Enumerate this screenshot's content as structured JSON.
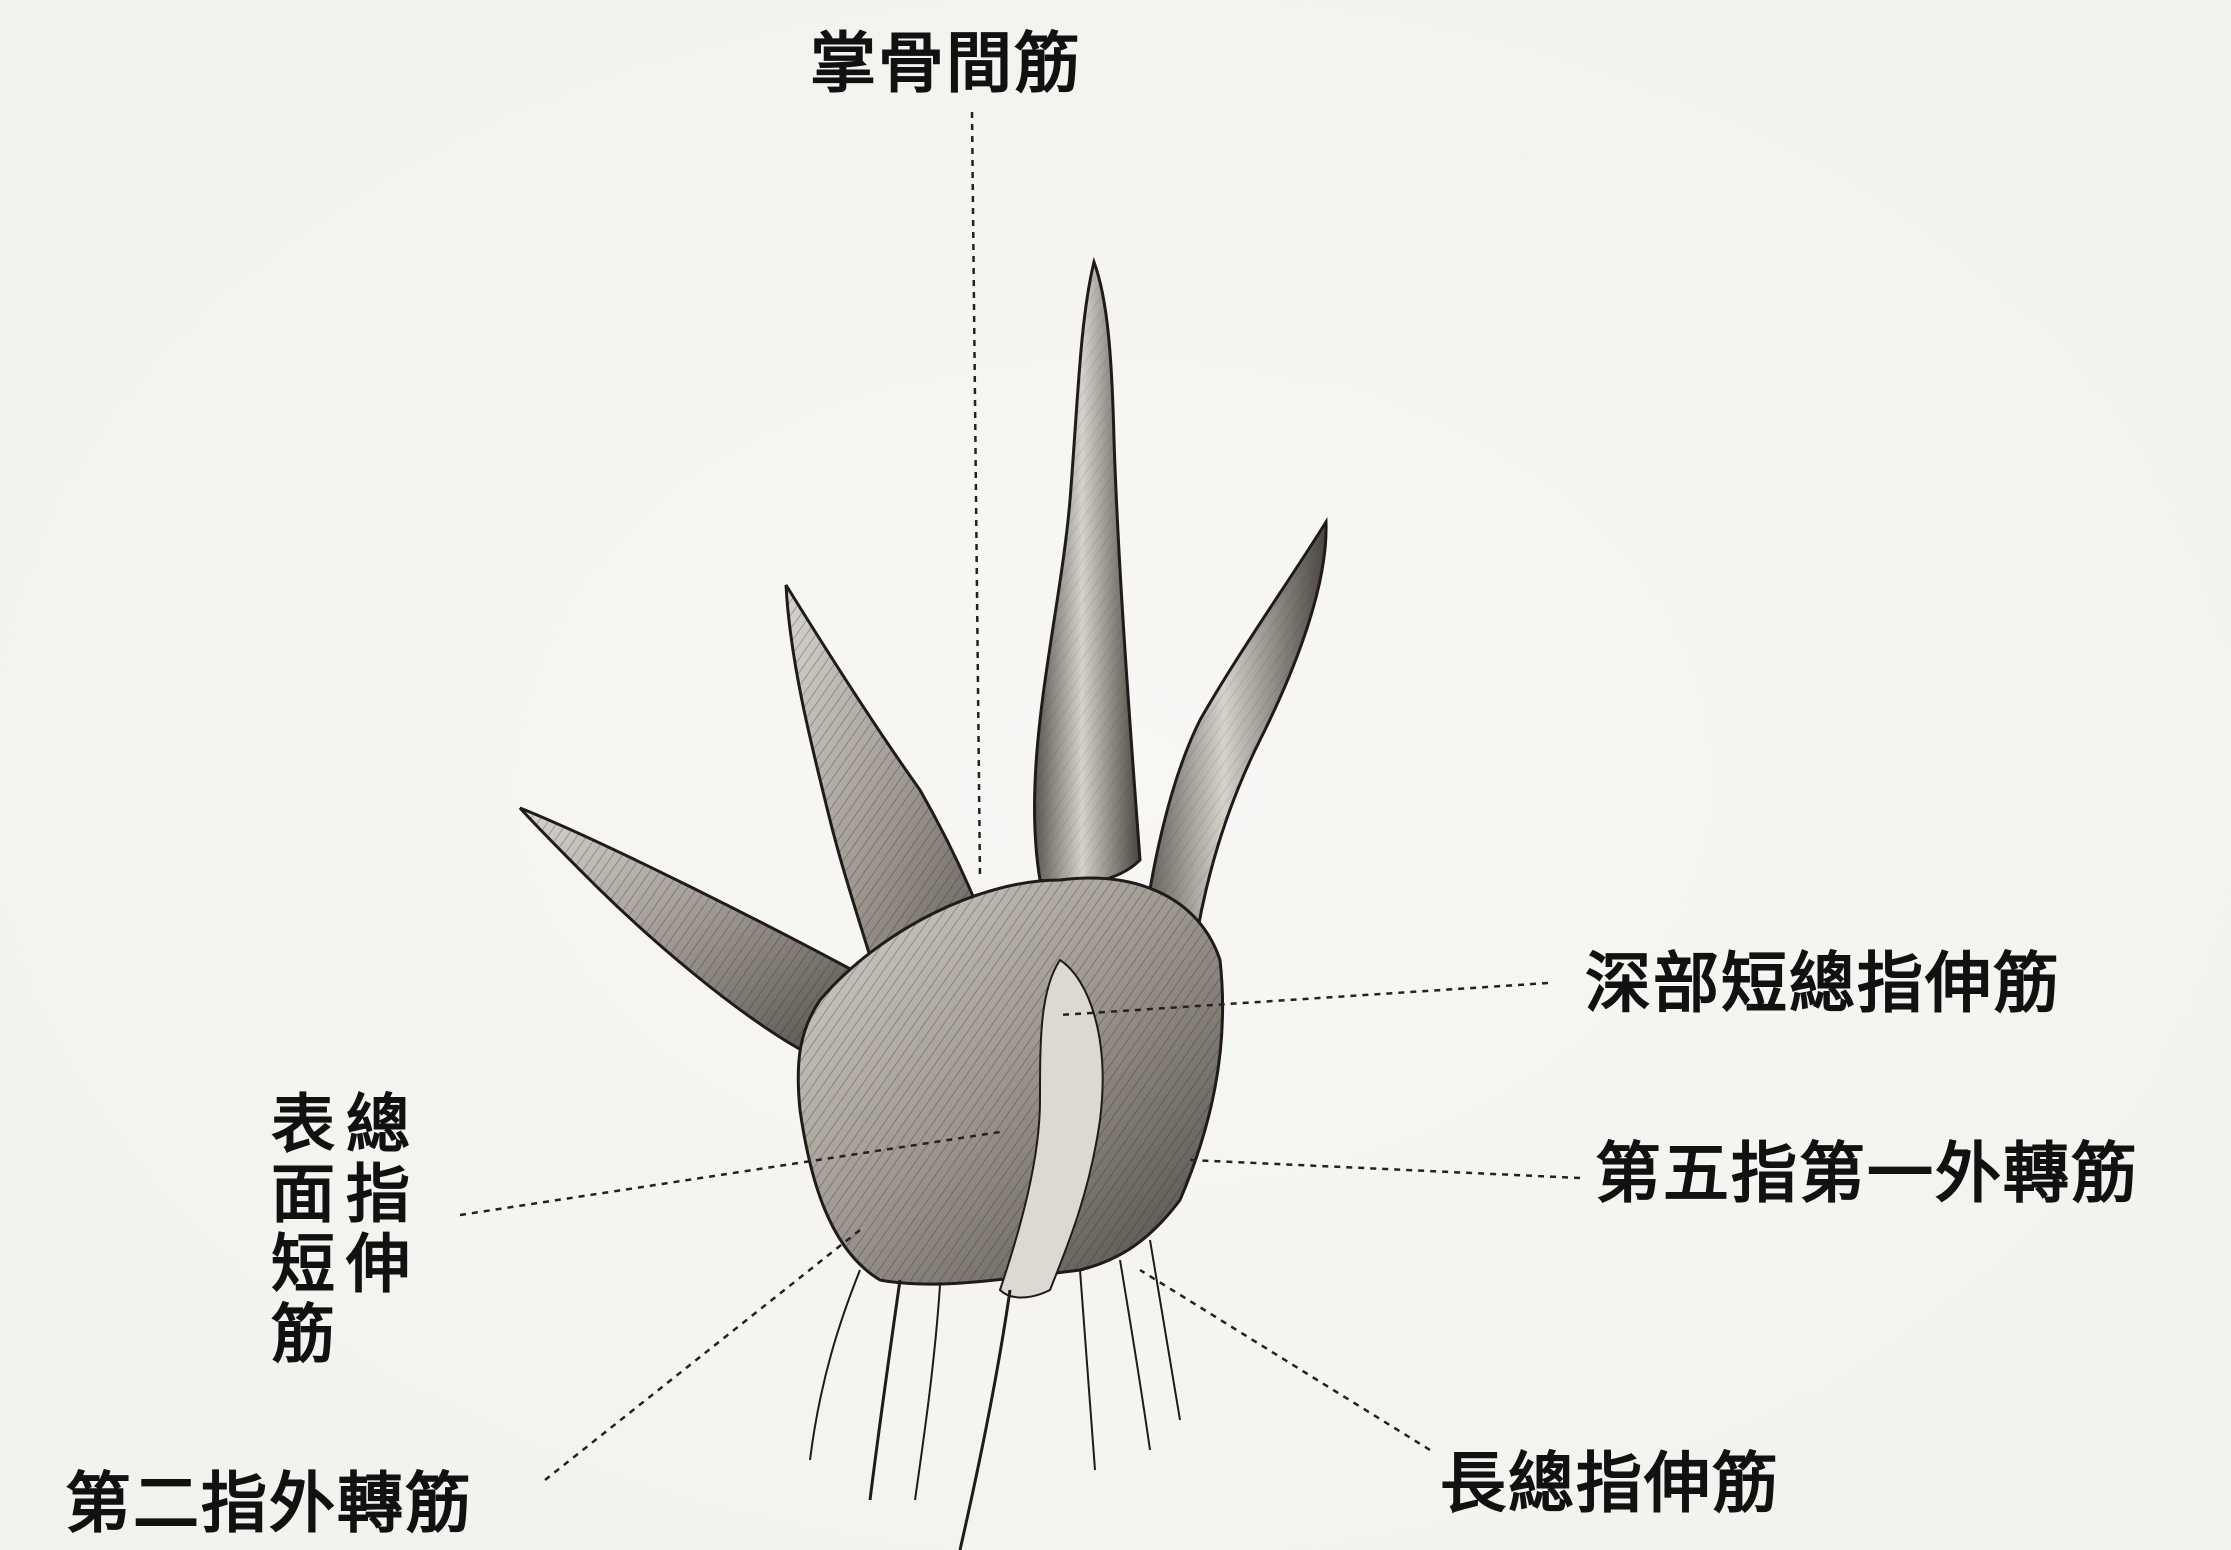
{
  "figure": {
    "labels": {
      "top": "掌骨間筋",
      "right_upper": "深部短總指伸筋",
      "right_middle": "第五指第一外轉筋",
      "right_lower": "長總指伸筋",
      "left_lower": "第二指外轉筋",
      "left_vertical_col1": "總指伸",
      "left_vertical_col2": "表面短筋"
    }
  }
}
